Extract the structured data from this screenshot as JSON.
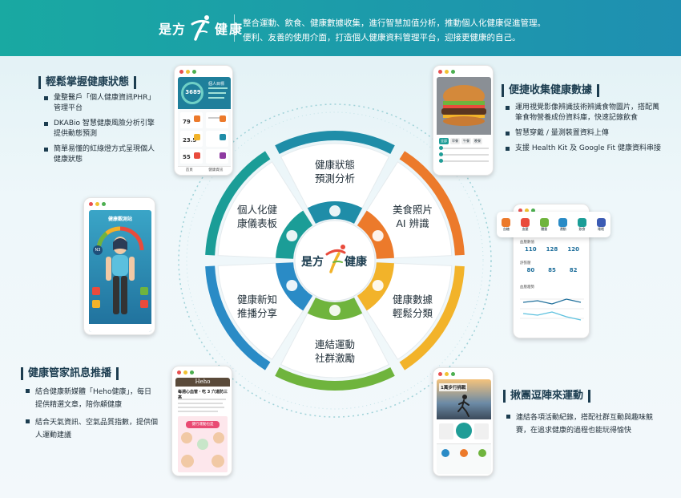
{
  "header": {
    "brand_a": "是方",
    "brand_b": "健康",
    "line1": "整合運動、飲食、健康數據收集，進行智慧加值分析，推動個人化健康促進管理。",
    "line2": "便利、友善的使用介面，打造個人健康資料管理平台，迎接更健康的自己。"
  },
  "sections": {
    "s1": {
      "title": "輕鬆掌握健康狀態",
      "items": [
        "彙整醫戶「個人健康資訊PHR」管理平台",
        "DKABio 智慧健康風險分析引擎提供動態預測",
        "簡單易懂的紅綠燈方式呈現個人健康狀態"
      ]
    },
    "s2": {
      "title": "便捷收集健康數據",
      "items": [
        "運用視覺影像辨識技術辨識食物圖片，搭配萬筆食物營養成份資料庫，快速記錄飲食",
        "智慧穿戴 / 量測裝置資料上傳",
        "支援 Health Kit 及 Google Fit 健康資料串接"
      ]
    },
    "s3": {
      "title": "健康管家訊息推播",
      "items": [
        "結合健康新媒體「Heho健康」，每日提供精選文章，陪你顧健康",
        "結合天氣資訊、空氣品質指數，提供個人運動建議"
      ]
    },
    "s4": {
      "title": "揪團逗陣來運動",
      "items": [
        "連結各項活動紀錄，搭配社群互動與趣味競賽，在追求健康的過程也能玩得愉快"
      ]
    }
  },
  "wheel": {
    "center_a": "是方",
    "center_b": "健康",
    "segments": [
      {
        "l1": "健康狀態",
        "l2": "預測分析",
        "color": "#1f8da8"
      },
      {
        "l1": "美食照片",
        "l2": "AI 辨識",
        "color": "#ec7a2b"
      },
      {
        "l1": "健康數據",
        "l2": "輕鬆分類",
        "color": "#f2b32a"
      },
      {
        "l1": "連結運動",
        "l2": "社群激勵",
        "color": "#6fb43d"
      },
      {
        "l1": "健康新知",
        "l2": "推播分享",
        "color": "#2a8bc6"
      },
      {
        "l1": "個人化健",
        "l2": "康儀表板",
        "color": "#1b9d97"
      }
    ]
  },
  "phone1": {
    "steps": "3689",
    "title": "個人目標",
    "v1": "79",
    "v2": "23.5",
    "v3": "55",
    "tab1": "首頁",
    "tab2": "健康資訊"
  },
  "phone2": {
    "title": "健康觀測站",
    "badge": "N3"
  },
  "phone3": {
    "brand": "Heho",
    "headline": "每週心血管・吃 3 穴道防三高",
    "banner": "健行運動也是"
  },
  "phone4": {
    "title": "1萬步行挑戰"
  },
  "phone5": {
    "tabs": [
      "血糖",
      "血壓",
      "體重",
      "運動",
      "飲食",
      "睡眠"
    ],
    "label1": "血壓數值",
    "r1": [
      "110",
      "128",
      "120"
    ],
    "label2": "舒張壓",
    "r2": [
      "80",
      "85",
      "82"
    ],
    "label3": "血壓趨勢"
  },
  "phone6": {
    "tags": [
      "全部",
      "早餐",
      "午餐",
      "晚餐"
    ]
  }
}
